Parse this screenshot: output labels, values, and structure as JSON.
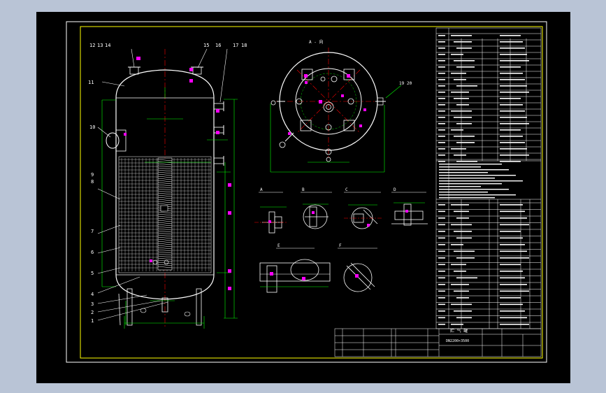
{
  "colors": {
    "frame_bg": "#b9c4d6",
    "sheet": "#000000",
    "outline": "#ffffff",
    "border": "#ffff00",
    "dims": "#00ff00",
    "center": "#ff0000",
    "tags": "#ff00ff",
    "detail": "#00ffff"
  },
  "main_view": {
    "balloons_left": [
      "11",
      "10",
      "9",
      "8",
      "7",
      "6",
      "5",
      "4",
      "3",
      "2",
      "1"
    ],
    "balloons_top": [
      "12",
      "13",
      "14",
      "15",
      "16",
      "17",
      "18"
    ]
  },
  "top_view": {
    "title": "A - 向",
    "balloons": [
      "19",
      "20"
    ]
  },
  "details": {
    "labels": [
      "A",
      "B",
      "C",
      "D",
      "E",
      "F"
    ]
  },
  "title_block": {
    "drawing_title": "贮 气 罐",
    "drawing_no": "DN2200×3500"
  }
}
